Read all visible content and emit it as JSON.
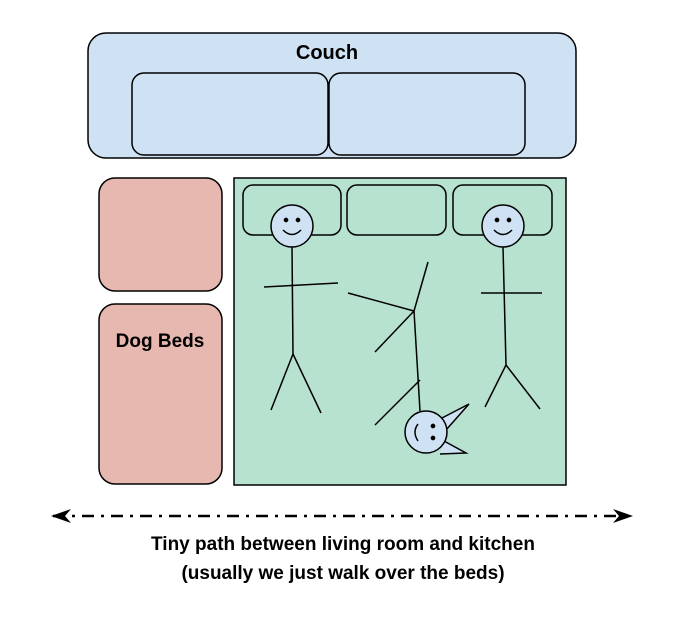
{
  "labels": {
    "couch": "Couch",
    "dog_beds": "Dog Beds",
    "caption_line_1": "Tiny path between living room and kitchen",
    "caption_line_2": "(usually we just walk over the beds)"
  },
  "colors": {
    "couch_fill": "#cfe2f3",
    "dog_bed_fill": "#e6b8af",
    "bed_fill": "#b6e2cf",
    "face_fill": "#cfe2f3",
    "stroke": "#000000"
  },
  "icons": {
    "person": "stick-figure-icon",
    "cat": "cat-icon",
    "arrow": "double-headed-arrow-icon"
  }
}
